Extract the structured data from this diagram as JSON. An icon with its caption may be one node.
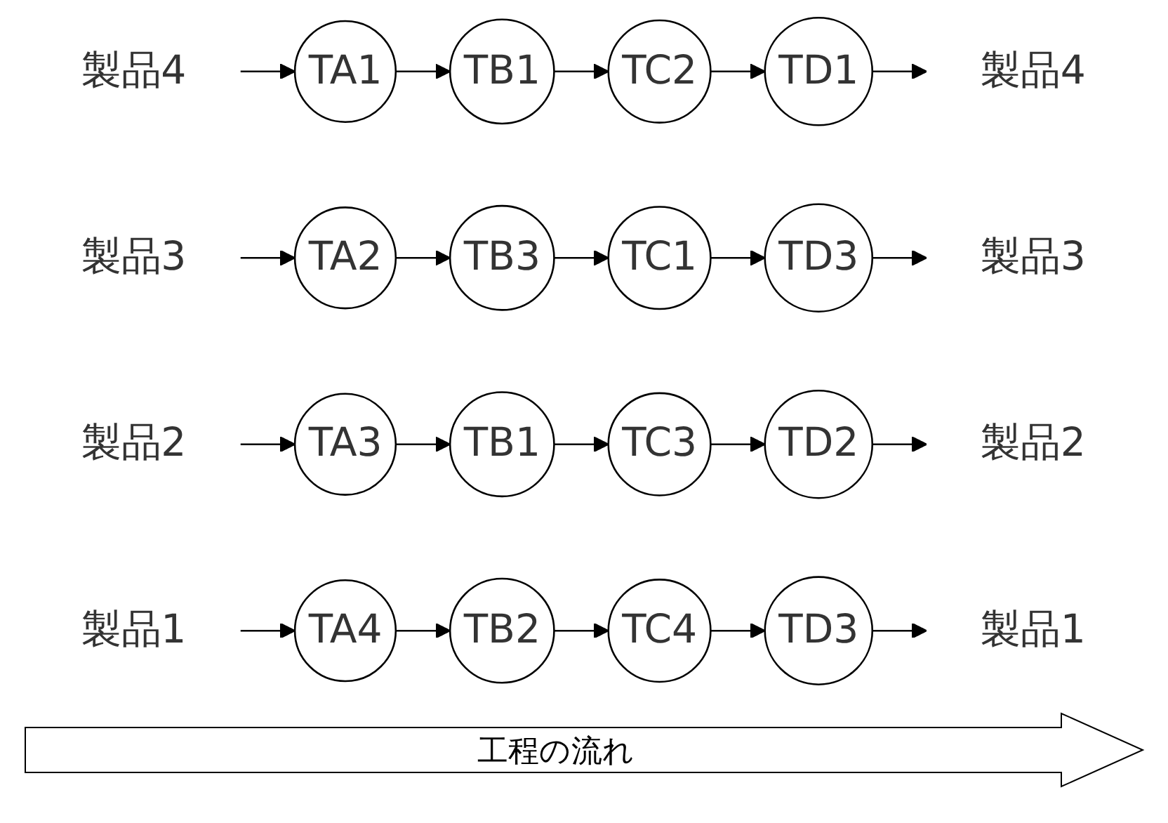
{
  "diagram": {
    "nodes": [
      {
        "text": [
          "製品4"
        ]
      },
      {
        "text": [
          "TA1"
        ]
      },
      {
        "text": [
          "TB1"
        ]
      },
      {
        "text": [
          "TC2"
        ]
      },
      {
        "text": [
          "TD1"
        ]
      },
      {
        "text": [
          "製品4"
        ]
      },
      {
        "text": [
          "製品3"
        ]
      },
      {
        "text": [
          "TA2"
        ]
      },
      {
        "text": [
          "TB3"
        ]
      },
      {
        "text": [
          "TC1"
        ]
      },
      {
        "text": [
          "TD3"
        ]
      },
      {
        "text": [
          "製品3"
        ]
      },
      {
        "text": [
          "製品2"
        ]
      },
      {
        "text": [
          "TA3"
        ]
      },
      {
        "text": [
          "TB1"
        ]
      },
      {
        "text": [
          "TC3"
        ]
      },
      {
        "text": [
          "TD2"
        ]
      },
      {
        "text": [
          "製品2"
        ]
      },
      {
        "text": [
          "製品1"
        ]
      },
      {
        "text": [
          "TA4"
        ]
      },
      {
        "text": [
          "TB2"
        ]
      },
      {
        "text": [
          "TC4"
        ]
      },
      {
        "text": [
          "TD3"
        ]
      },
      {
        "text": [
          "製品1"
        ]
      }
    ],
    "edges": [
      {
        "from": 0,
        "to": 1,
        "arrow": "to"
      },
      {
        "from": 1,
        "to": 2,
        "arrow": "to"
      },
      {
        "from": 2,
        "to": 3,
        "arrow": "to"
      },
      {
        "from": 3,
        "to": 4,
        "arrow": "to"
      },
      {
        "from": 4,
        "to": 5,
        "arrow": "to"
      },
      {
        "from": 6,
        "to": 7,
        "arrow": "to"
      },
      {
        "from": 7,
        "to": 8,
        "arrow": "to"
      },
      {
        "from": 8,
        "to": 9,
        "arrow": "to"
      },
      {
        "from": 9,
        "to": 10,
        "arrow": "to"
      },
      {
        "from": 10,
        "to": 11,
        "arrow": "to"
      },
      {
        "from": 12,
        "to": 13,
        "arrow": "to"
      },
      {
        "from": 13,
        "to": 14,
        "arrow": "to"
      },
      {
        "from": 14,
        "to": 15,
        "arrow": "to"
      },
      {
        "from": 15,
        "to": 16,
        "arrow": "to"
      },
      {
        "from": 16,
        "to": 17,
        "arrow": "to"
      },
      {
        "from": 18,
        "to": 19,
        "arrow": "to"
      },
      {
        "from": 19,
        "to": 20,
        "arrow": "to"
      },
      {
        "from": 20,
        "to": 21,
        "arrow": "to"
      },
      {
        "from": 21,
        "to": 22,
        "arrow": "to"
      },
      {
        "from": 22,
        "to": 23,
        "arrow": "to"
      }
    ],
    "labels": [
      "工程の流れ"
    ]
  }
}
